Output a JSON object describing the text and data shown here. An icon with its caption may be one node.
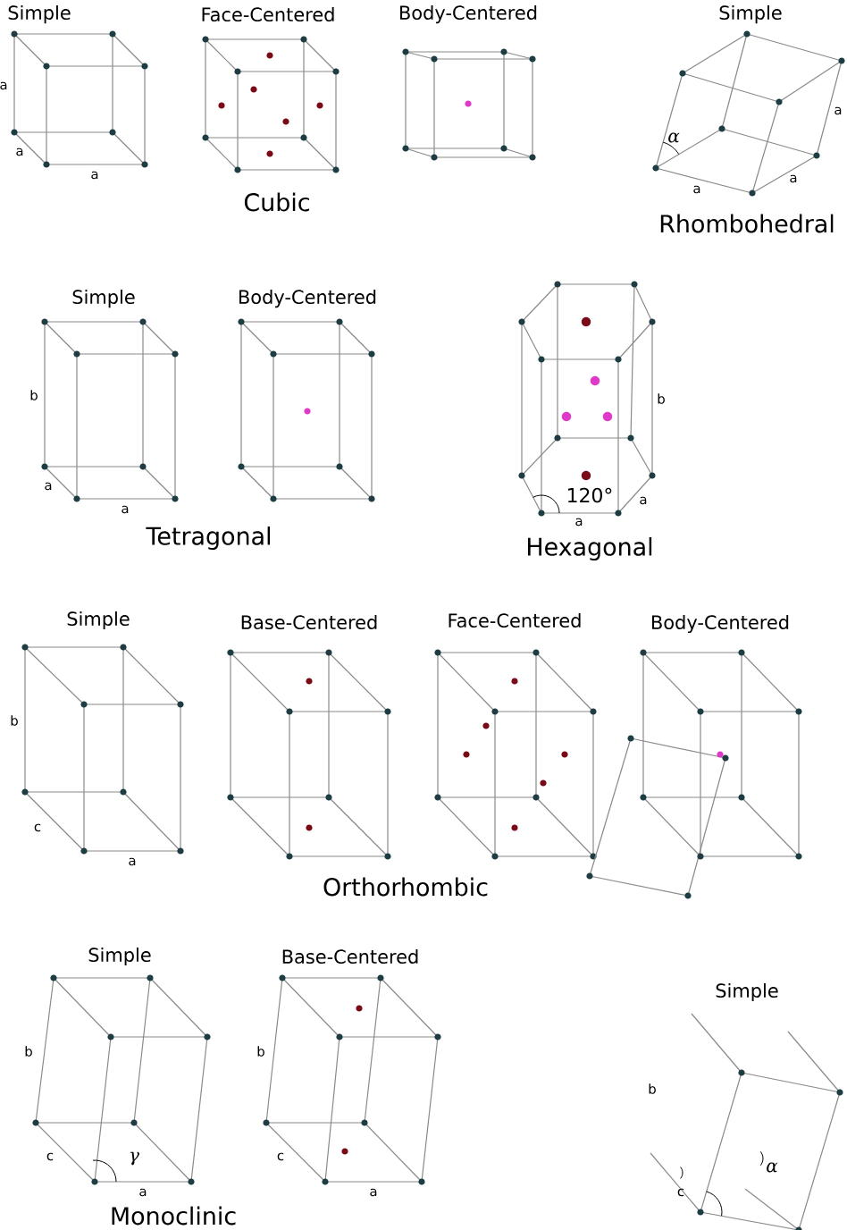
{
  "diagram": {
    "labels": [
      "Simple",
      "Face-Centered",
      "Body-Centered",
      "Simple",
      "a",
      "α",
      "a",
      "a",
      "a",
      "a",
      "a",
      "Cubic",
      "Rhombohedral",
      "Simple",
      "Body-Centered",
      "b",
      "b",
      "a",
      "120°",
      "a",
      "a",
      "a",
      "Tetragonal",
      "Hexagonal",
      "Simple",
      "Base-Centered",
      "Face-Centered",
      "Body-Centered",
      "b",
      "c",
      "a",
      "Orthorhombic",
      "Simple",
      "Base-Centered",
      "Simple",
      "b",
      "b",
      "b",
      "c",
      "γ",
      "c",
      "α",
      "a",
      "a",
      "c",
      "Monoclinic"
    ]
  }
}
